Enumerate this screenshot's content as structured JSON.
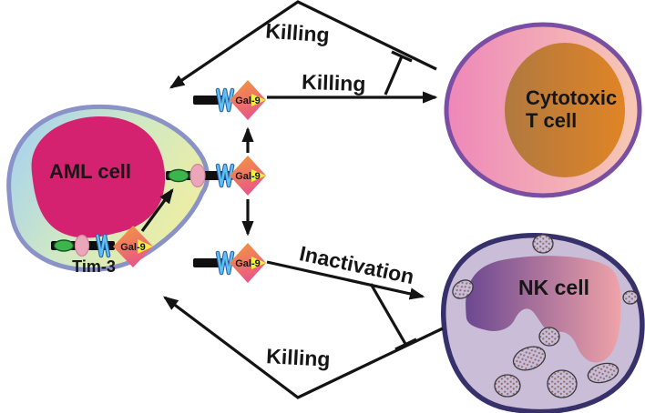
{
  "figure": {
    "description": "Pathway diagram: AML cell with Tim-3/Gal-9, soluble Gal-9 effects on Cytotoxic T cell and NK cell",
    "background": "#ffffff"
  },
  "cells": {
    "aml": {
      "label": "AML cell"
    },
    "cytotoxic_t": {
      "label_line1": "Cytotoxic",
      "label_line2": "T cell"
    },
    "nk": {
      "label": "NK cell"
    }
  },
  "molecules": {
    "gal9_label": "Gal-9",
    "tim3_label": "Tim-3"
  },
  "edges": [
    {
      "id": "killing-t-cell-to-aml",
      "label": "Killing",
      "type": "arrow",
      "inhibited": true
    },
    {
      "id": "killing-gal9-to-t-cell",
      "label": "Killing",
      "type": "arrow",
      "inhibited": false
    },
    {
      "id": "inactivation-gal9-to-nk",
      "label": "Inactivation",
      "type": "arrow",
      "inhibited": false
    },
    {
      "id": "killing-nk-to-aml",
      "label": "Killing",
      "type": "arrow",
      "inhibited": true
    },
    {
      "id": "gal9-release-up",
      "label": "",
      "type": "arrow"
    },
    {
      "id": "gal9-release-down",
      "label": "",
      "type": "arrow"
    },
    {
      "id": "tim3-to-membrane",
      "label": "",
      "type": "arrow"
    }
  ],
  "colors": {
    "aml_membrane": "#8a92c8",
    "aml_cytoplasm_left": "#a9d3ec",
    "aml_cytoplasm_mid": "#cfe8c5",
    "aml_cytoplasm_right": "#f3ef9c",
    "aml_nucleus": "#d42271",
    "t_membrane": "#7a4fa3",
    "t_cytoplasm_left": "#ee87b9",
    "t_cytoplasm_right": "#f7c9b4",
    "t_nucleus_left": "#b0793f",
    "t_nucleus_right": "#e08426",
    "nk_membrane": "#37316b",
    "nk_cytoplasm": "#cabdd8",
    "nk_nucleus_left": "#6b4890",
    "nk_nucleus_right": "#f0a3a8",
    "granule_fill": "#c6bcdc",
    "granule_dot": "#9b6f5f",
    "gal9_orange": "#f29a3a",
    "gal9_pink": "#e9558a",
    "gal9_yellow": "#f5ee3f",
    "coil_blue": "#5ec1f0",
    "coil_blue_dark": "#2a5fa8",
    "receptor_green": "#3cb54a",
    "receptor_pink": "#eba6ba",
    "line_color": "#131313"
  }
}
